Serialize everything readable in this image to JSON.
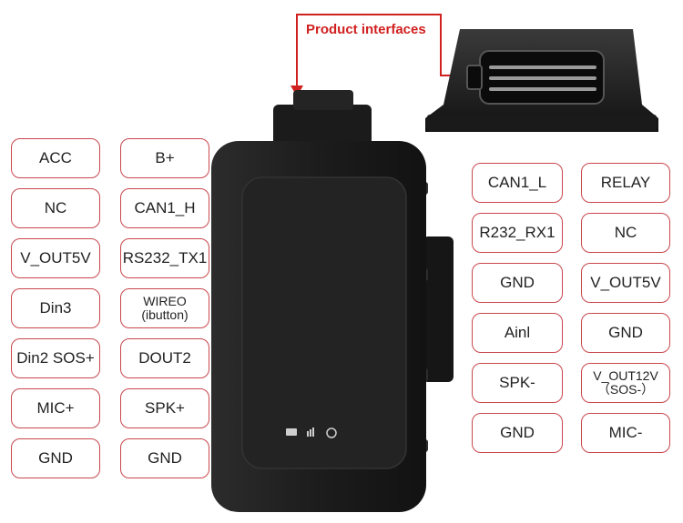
{
  "callout": {
    "label": "Product  interfaces",
    "color": "#d0201f"
  },
  "accent": "#c8474d",
  "left_pins": [
    [
      "ACC",
      "B+"
    ],
    [
      "NC",
      "CAN1_H"
    ],
    [
      "V_OUT5V",
      "RS232_TX1"
    ],
    [
      "Din3",
      "WIREO (ibutton)"
    ],
    [
      "Din2 SOS+",
      "DOUT2"
    ],
    [
      "MIC+",
      "SPK+"
    ],
    [
      "GND",
      "GND"
    ]
  ],
  "right_pins": [
    [
      "CAN1_L",
      "RELAY"
    ],
    [
      "R232_RX1",
      "NC"
    ],
    [
      "GND",
      "V_OUT5V"
    ],
    [
      "Ainl",
      "GND"
    ],
    [
      "SPK-",
      "V_OUT12V (SOS-)"
    ],
    [
      "GND",
      "MIC-"
    ]
  ],
  "labels": {
    "wireo_l1": "WIREO",
    "wireo_l2": "(ibutton)",
    "vout12_l1": "V_OUT12V",
    "vout12_l2": "（SOS-）"
  },
  "icons": [
    "battery-icon",
    "gsm-signal-icon",
    "gps-icon"
  ]
}
